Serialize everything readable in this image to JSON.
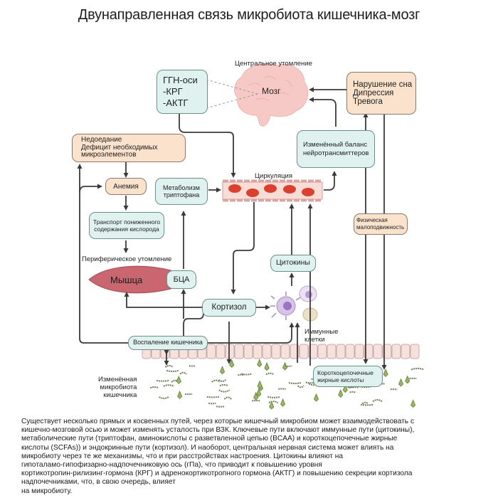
{
  "title": "Двунаправленная связь микробиота кишечника-мозг",
  "labels": {
    "central_fatigue": "Центральное утомление",
    "brain": "Мозг",
    "circulation": "Циркуляция",
    "peripheral_fatigue": "Периферическое утомление",
    "muscle": "Мышца",
    "immune_cells_line1": "Иммунные",
    "immune_cells_line2": "клетки",
    "microbiota_line1": "Изменённая",
    "microbiota_line2": "микробиота",
    "microbiota_line3": "кишечника"
  },
  "boxes": {
    "hpa": {
      "line1": "ГГН-оси",
      "line2": "-КРГ",
      "line3": "-АКТГ"
    },
    "sleep": {
      "line1": "Нарушение сна",
      "line2": "Дипрессия",
      "line3": "Тревога"
    },
    "neurotransmitters": {
      "line1": "Изменённый баланс",
      "line2": "нейротрансмиттеров"
    },
    "malnutrition": {
      "line1": "Недоедание",
      "line2": "Дефицит необходимых",
      "line3": "микроэлементов"
    },
    "anemia": "Анемия",
    "tryptophan": {
      "line1": "Метаболизм",
      "line2": "триптофана"
    },
    "oxygen": {
      "line1": "Транспорт пониженного",
      "line2": "содержания кислорода"
    },
    "physical": {
      "line1": "Физическая",
      "line2": "малоподвижность"
    },
    "bcaa": "БЦА",
    "cytokines": "Цитокины",
    "cortisol": "Кортизол",
    "inflammation": "Воспаление кишечника",
    "scfa": {
      "line1": "Короткоцепочечные",
      "line2": "жирные кислоты"
    }
  },
  "colors": {
    "teal_box": "#dff2ef",
    "peach_box": "#fbe2cc",
    "arrow": "#3a3a3a",
    "brain": "#f6c9c6",
    "muscle": "#c9666f",
    "vessel": "#f8dcd6",
    "rbc": "#d9412e",
    "gut_wall": "#f7e1de",
    "bacteria": "#9db66a"
  },
  "paragraph": [
    "Существует несколько прямых и косвенных путей, через которые кишечный микробиом может взаимодействовать с",
    "кишечно-мозговой осью и может изменять усталость при ВЗК. Ключевые пути включают иммунные пути (цитокины),",
    "метаболические пути (триптофан, аминокислоты с разветвленной цепью (BCAA) и короткоцепочечные жирные",
    "кислоты (SCFAs)) и эндокринные пути (кортизол). И наоборот, центральная нервная система может влиять на",
    "микробиоту через те же механизмы, что и при расстройствах настроения. Цитокины влияют на",
    "гипоталамо-гипофизарно-надпочечниковую ось (гПа), что приводит к повышению уровня",
    "кортикотропин-рилизинг-гормона (КРГ) и адренокортикотропного гормона (АКТГ) и повышению секреции кортизола",
    "надпочечниками, что, в свою очередь, влияет",
    "на микробиоту."
  ]
}
